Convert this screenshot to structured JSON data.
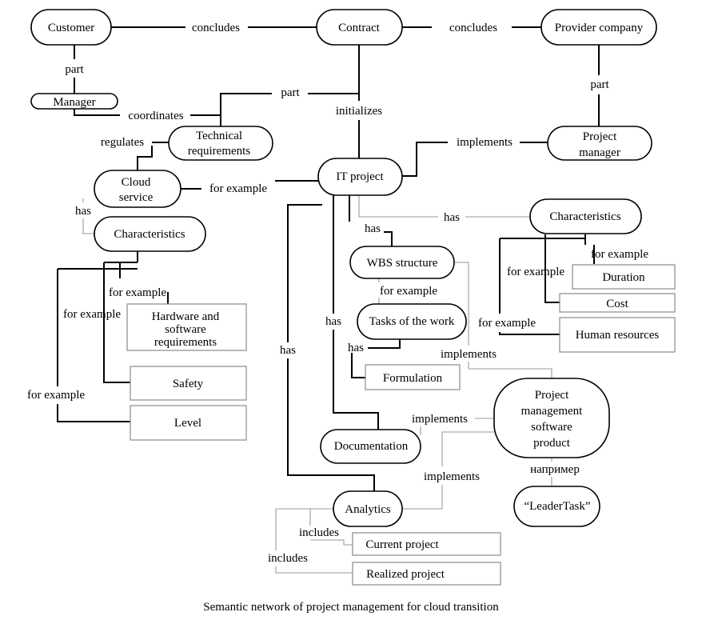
{
  "caption": "Semantic network of project management for cloud transition",
  "nodes": {
    "customer": "Customer",
    "contract": "Contract",
    "provider": "Provider company",
    "manager": "Manager",
    "tech_req_1": "Technical",
    "tech_req_2": "requirements",
    "project_manager_1": "Project",
    "project_manager_2": "manager",
    "cloud_service_1": "Cloud",
    "cloud_service_2": "service",
    "it_project": "IT project",
    "characteristics_left": "Characteristics",
    "characteristics_right": "Characteristics",
    "wbs": "WBS structure",
    "tasks": "Tasks of the work",
    "hw_sw_1": "Hardware and",
    "hw_sw_2": "software",
    "hw_sw_3": "requirements",
    "safety": "Safety",
    "level": "Level",
    "duration": "Duration",
    "cost": "Cost",
    "human_resources": "Human resources",
    "formulation": "Formulation",
    "pm_software_1": "Project",
    "pm_software_2": "management",
    "pm_software_3": "software",
    "pm_software_4": "product",
    "documentation": "Documentation",
    "leadertask": "“LeaderTask”",
    "analytics": "Analytics",
    "current_project": "Current project",
    "realized_project": "Realized project"
  },
  "edge_labels": {
    "concludes_left": "concludes",
    "concludes_right": "concludes",
    "part_customer": "part",
    "part_contract": "part",
    "part_provider": "part",
    "coordinates": "coordinates",
    "initializes": "initializes",
    "regulates": "regulates",
    "implements_pm": "implements",
    "for_example_cloud": "for example",
    "has_cloud": "has",
    "has_itproject_chars": "has",
    "has_wbs": "has",
    "for_example_duration": "for example",
    "for_example_cost": "for example",
    "for_example_hr": "for example",
    "for_example_hw": "for example",
    "for_example_safety": "for example",
    "for_example_level": "for example",
    "for_example_tasks": "for example",
    "has_formulation": "has",
    "implements_wbs": "implements",
    "has_documentation": "has",
    "has_analytics": "has",
    "implements_doc": "implements",
    "implements_analytics": "implements",
    "naprimer": "например",
    "includes_current": "includes",
    "includes_realized": "includes"
  }
}
